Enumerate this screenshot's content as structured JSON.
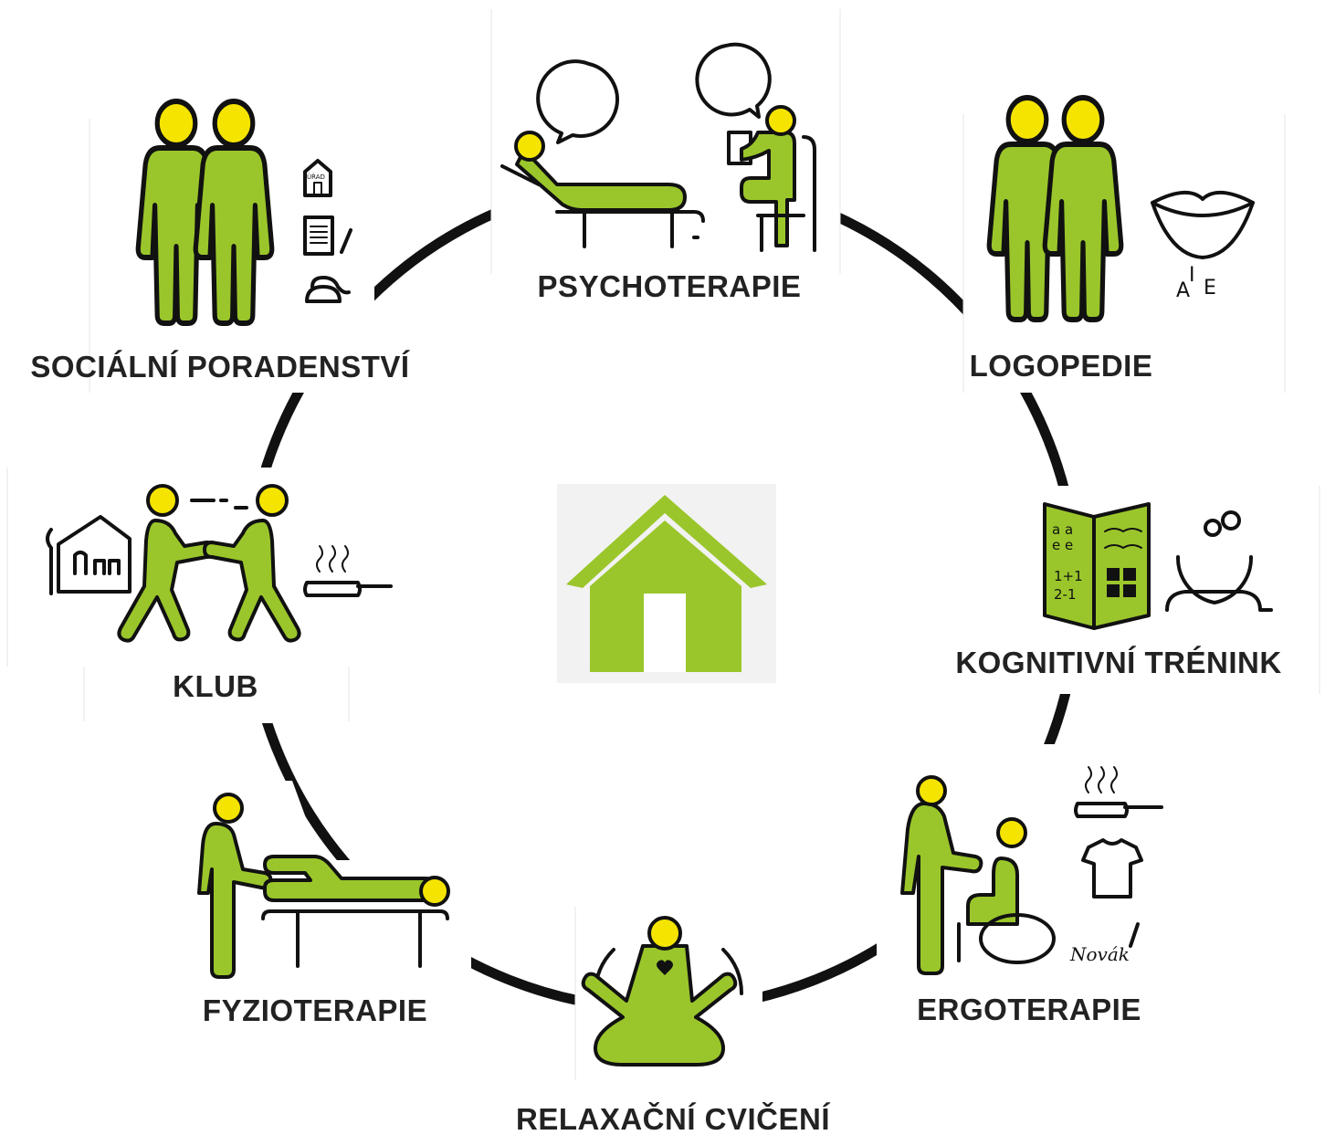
{
  "colors": {
    "accent": "#9ac62b",
    "head": "#f5e400",
    "ring": "#111111",
    "label": "#222222",
    "home_bg": "#f2f2f2"
  },
  "center": {
    "icon": "home-icon"
  },
  "services": [
    {
      "id": "psychoterapie",
      "label": "PSYCHOTERAPIE",
      "icon": "psychotherapy-icon"
    },
    {
      "id": "logopedie",
      "label": "LOGOPEDIE",
      "icon": "speech-therapy-icon"
    },
    {
      "id": "kognitivni",
      "label": "KOGNITIVNÍ TRÉNINK",
      "icon": "cognitive-training-icon"
    },
    {
      "id": "ergoterapie",
      "label": "ERGOTERAPIE",
      "icon": "occupational-therapy-icon"
    },
    {
      "id": "relaxacni",
      "label": "RELAXAČNÍ CVIČENÍ",
      "icon": "relaxation-icon"
    },
    {
      "id": "fyzioterapie",
      "label": "FYZIOTERAPIE",
      "icon": "physiotherapy-icon"
    },
    {
      "id": "klub",
      "label": "KLUB",
      "icon": "club-icon"
    },
    {
      "id": "socialni",
      "label": "SOCIÁLNÍ PORADENSTVÍ",
      "icon": "social-counselling-icon"
    }
  ],
  "small_text": {
    "urad": "ÚŘAD",
    "a": "A",
    "i": "I",
    "e": "E",
    "novak": "Novák",
    "cal1": "1+1",
    "cal2": "2-1",
    "ca": "a a",
    "ce": "e e"
  }
}
